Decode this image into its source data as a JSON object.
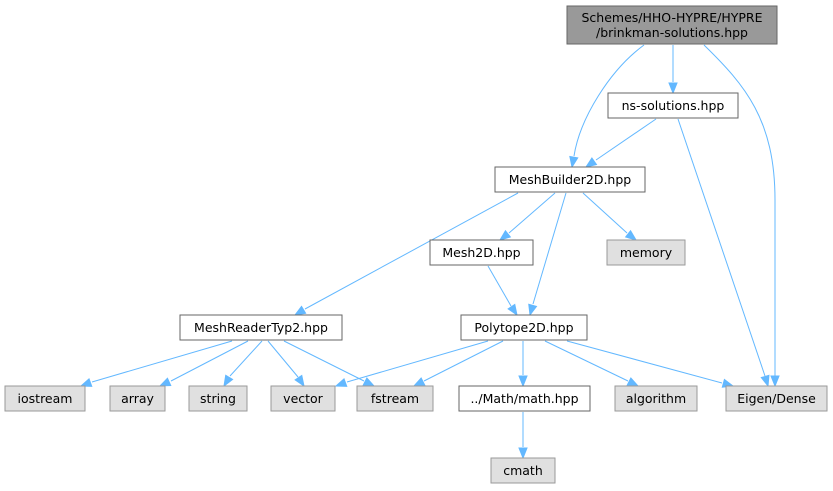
{
  "nodes": {
    "root": {
      "lines": [
        "Schemes/HHO-HYPRE/HYPRE",
        "/brinkman-solutions.hpp"
      ],
      "kind": "root"
    },
    "ns": {
      "lines": [
        "ns-solutions.hpp"
      ],
      "kind": "file"
    },
    "mb2d": {
      "lines": [
        "MeshBuilder2D.hpp"
      ],
      "kind": "file"
    },
    "mesh2d": {
      "lines": [
        "Mesh2D.hpp"
      ],
      "kind": "file"
    },
    "memory": {
      "lines": [
        "memory"
      ],
      "kind": "sys"
    },
    "reader": {
      "lines": [
        "MeshReaderTyp2.hpp"
      ],
      "kind": "file"
    },
    "poly": {
      "lines": [
        "Polytope2D.hpp"
      ],
      "kind": "file"
    },
    "iostream": {
      "lines": [
        "iostream"
      ],
      "kind": "sys"
    },
    "array": {
      "lines": [
        "array"
      ],
      "kind": "sys"
    },
    "string": {
      "lines": [
        "string"
      ],
      "kind": "sys"
    },
    "vector": {
      "lines": [
        "vector"
      ],
      "kind": "sys"
    },
    "fstream": {
      "lines": [
        "fstream"
      ],
      "kind": "sys"
    },
    "math": {
      "lines": [
        "../Math/math.hpp"
      ],
      "kind": "file"
    },
    "algorithm": {
      "lines": [
        "algorithm"
      ],
      "kind": "sys"
    },
    "eigen": {
      "lines": [
        "Eigen/Dense"
      ],
      "kind": "sys"
    },
    "cmath": {
      "lines": [
        "cmath"
      ],
      "kind": "sys"
    }
  },
  "edges": [
    [
      "root",
      "ns"
    ],
    [
      "root",
      "mb2d"
    ],
    [
      "root",
      "eigen"
    ],
    [
      "ns",
      "mb2d"
    ],
    [
      "ns",
      "eigen"
    ],
    [
      "mb2d",
      "mesh2d"
    ],
    [
      "mb2d",
      "memory"
    ],
    [
      "mb2d",
      "reader"
    ],
    [
      "mb2d",
      "poly"
    ],
    [
      "mesh2d",
      "poly"
    ],
    [
      "reader",
      "iostream"
    ],
    [
      "reader",
      "array"
    ],
    [
      "reader",
      "string"
    ],
    [
      "reader",
      "vector"
    ],
    [
      "reader",
      "fstream"
    ],
    [
      "poly",
      "vector"
    ],
    [
      "poly",
      "fstream"
    ],
    [
      "poly",
      "math"
    ],
    [
      "poly",
      "algorithm"
    ],
    [
      "poly",
      "eigen"
    ],
    [
      "math",
      "cmath"
    ]
  ]
}
